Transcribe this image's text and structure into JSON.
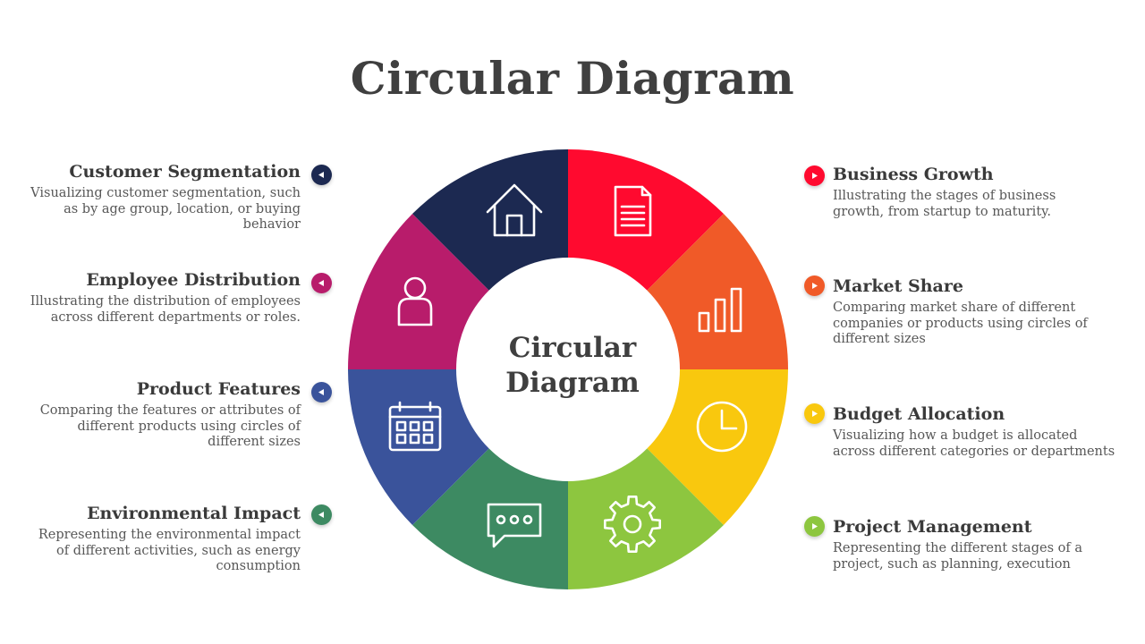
{
  "title": "Circular Diagram",
  "center_label_line1": "Circular",
  "center_label_line2": "Diagram",
  "left_items": [
    {
      "heading": "Customer Segmentation",
      "text": "Visualizing customer segmentation, such as by age group, location, or buying behavior",
      "color": "#1c2951",
      "icon": "house-icon"
    },
    {
      "heading": "Employee Distribution",
      "text": "Illustrating the distribution of employees across different departments or roles.",
      "color": "#b81c6b",
      "icon": "person-icon"
    },
    {
      "heading": "Product Features",
      "text": "Comparing the features or attributes of different products using circles of different sizes",
      "color": "#3a539b",
      "icon": "calendar-icon"
    },
    {
      "heading": "Environmental Impact",
      "text": "Representing the environmental impact of different activities, such as energy consumption",
      "color": "#3d8a62",
      "icon": "chat-bubble-icon"
    }
  ],
  "right_items": [
    {
      "heading": "Business Growth",
      "text": "Illustrating the stages of business growth, from startup to maturity.",
      "color": "#ff0a2f",
      "icon": "document-icon"
    },
    {
      "heading": "Market Share",
      "text": "Comparing market share of different companies or products using circles of different sizes",
      "color": "#f05a28",
      "icon": "bar-chart-icon"
    },
    {
      "heading": "Budget Allocation",
      "text": "Visualizing how a budget is allocated across different categories or departments",
      "color": "#f9c80e",
      "icon": "clock-icon"
    },
    {
      "heading": "Project Management",
      "text": "Representing the different stages of a project, such as planning, execution",
      "color": "#8dc63f",
      "icon": "gear-icon"
    }
  ]
}
